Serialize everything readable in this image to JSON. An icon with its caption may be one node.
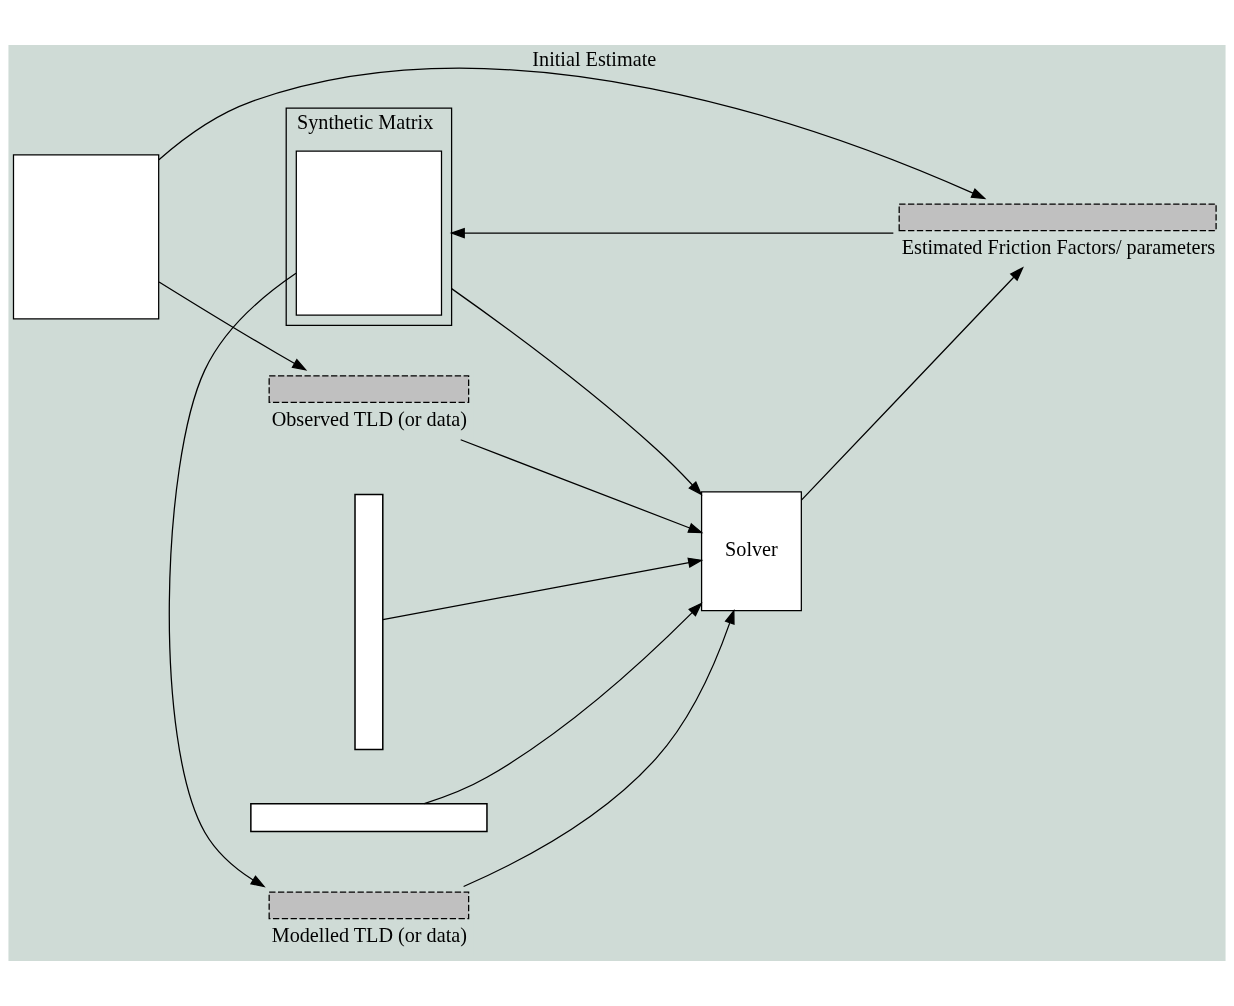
{
  "diagram": {
    "nodes": [
      {
        "text": [],
        "shape": "box"
      },
      {
        "text": [],
        "shape": "bar",
        "beside": [
          "Observed TLD (or data)"
        ]
      },
      {
        "text": [],
        "shape": "bar",
        "beside": [
          "Estimated Friction Factors/ parameters"
        ]
      },
      {
        "text": [
          "Synthetic Matrix"
        ]
      },
      {
        "text": [],
        "shape": "box",
        "in": 3
      },
      {
        "text": [],
        "shape": "bar",
        "beside": [
          "Modelled TLD (or data)"
        ]
      },
      {
        "text": [
          "Solver"
        ]
      },
      {
        "text": [],
        "shape": "bar"
      },
      {
        "text": [],
        "shape": "bar"
      }
    ],
    "edges": [
      {
        "from": 0,
        "to": 1,
        "arrow": "to"
      },
      {
        "from": 1,
        "to": 6,
        "arrow": "to"
      },
      {
        "from": 0,
        "to": 2,
        "arrow": "to",
        "label": "Initial Estimate"
      },
      {
        "from": 6,
        "to": 2,
        "arrow": "to"
      },
      {
        "from": 2,
        "to": 3,
        "arrow": "to"
      },
      {
        "from": 4,
        "to": 5,
        "arrow": "to"
      },
      {
        "from": 5,
        "to": 6,
        "arrow": "to"
      },
      {
        "from": 3,
        "to": 6,
        "arrow": "to"
      },
      {
        "from": 8,
        "to": 6,
        "arrow": "to"
      },
      {
        "from": 7,
        "to": 6,
        "arrow": "to"
      }
    ]
  }
}
